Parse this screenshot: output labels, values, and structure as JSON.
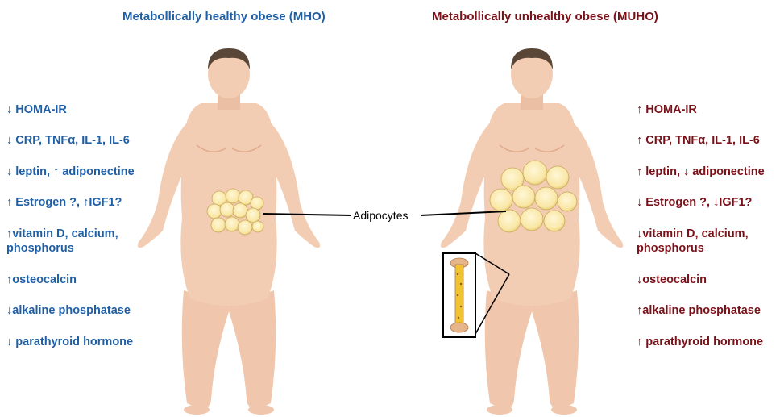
{
  "titles": {
    "mho": "Metabollically healthy obese (MHO)",
    "muho": "Metabollically unhealthy obese (MUHO)"
  },
  "callout_label": "Adipocytes",
  "mho_items": [
    {
      "text": "↓ HOMA-IR"
    },
    {
      "text": "↓ CRP, TNFα, IL-1, IL-6"
    },
    {
      "text": "↓ leptin, ↑ adiponectine"
    },
    {
      "text": "↑ Estrogen ?, ↑IGF1?"
    },
    {
      "text": "↑vitamin D, calcium,",
      "text2": "phosphorus"
    },
    {
      "text": "↑osteocalcin"
    },
    {
      "text": "↓alkaline phosphatase"
    },
    {
      "text": "↓ parathyroid hormone"
    }
  ],
  "muho_items": [
    {
      "text": "↑ HOMA-IR"
    },
    {
      "text": "↑ CRP, TNFα, IL-1, IL-6"
    },
    {
      "text": "↑ leptin, ↓ adiponectine"
    },
    {
      "text": "↓ Estrogen ?, ↓IGF1?"
    },
    {
      "text": "↓vitamin D, calcium,",
      "text2": "phosphorus"
    },
    {
      "text": "↓osteocalcin"
    },
    {
      "text": "↑alkaline phosphatase"
    },
    {
      "text": "↑ parathyroid hormone"
    }
  ],
  "colors": {
    "mho": "#1f5fa5",
    "muho": "#7a1018",
    "skin": "#f3cdb3",
    "skin_shade": "#e8b99c",
    "hair": "#5a4636",
    "adipocyte": "#f9e7a6",
    "bone_marrow": "#f2c230"
  }
}
